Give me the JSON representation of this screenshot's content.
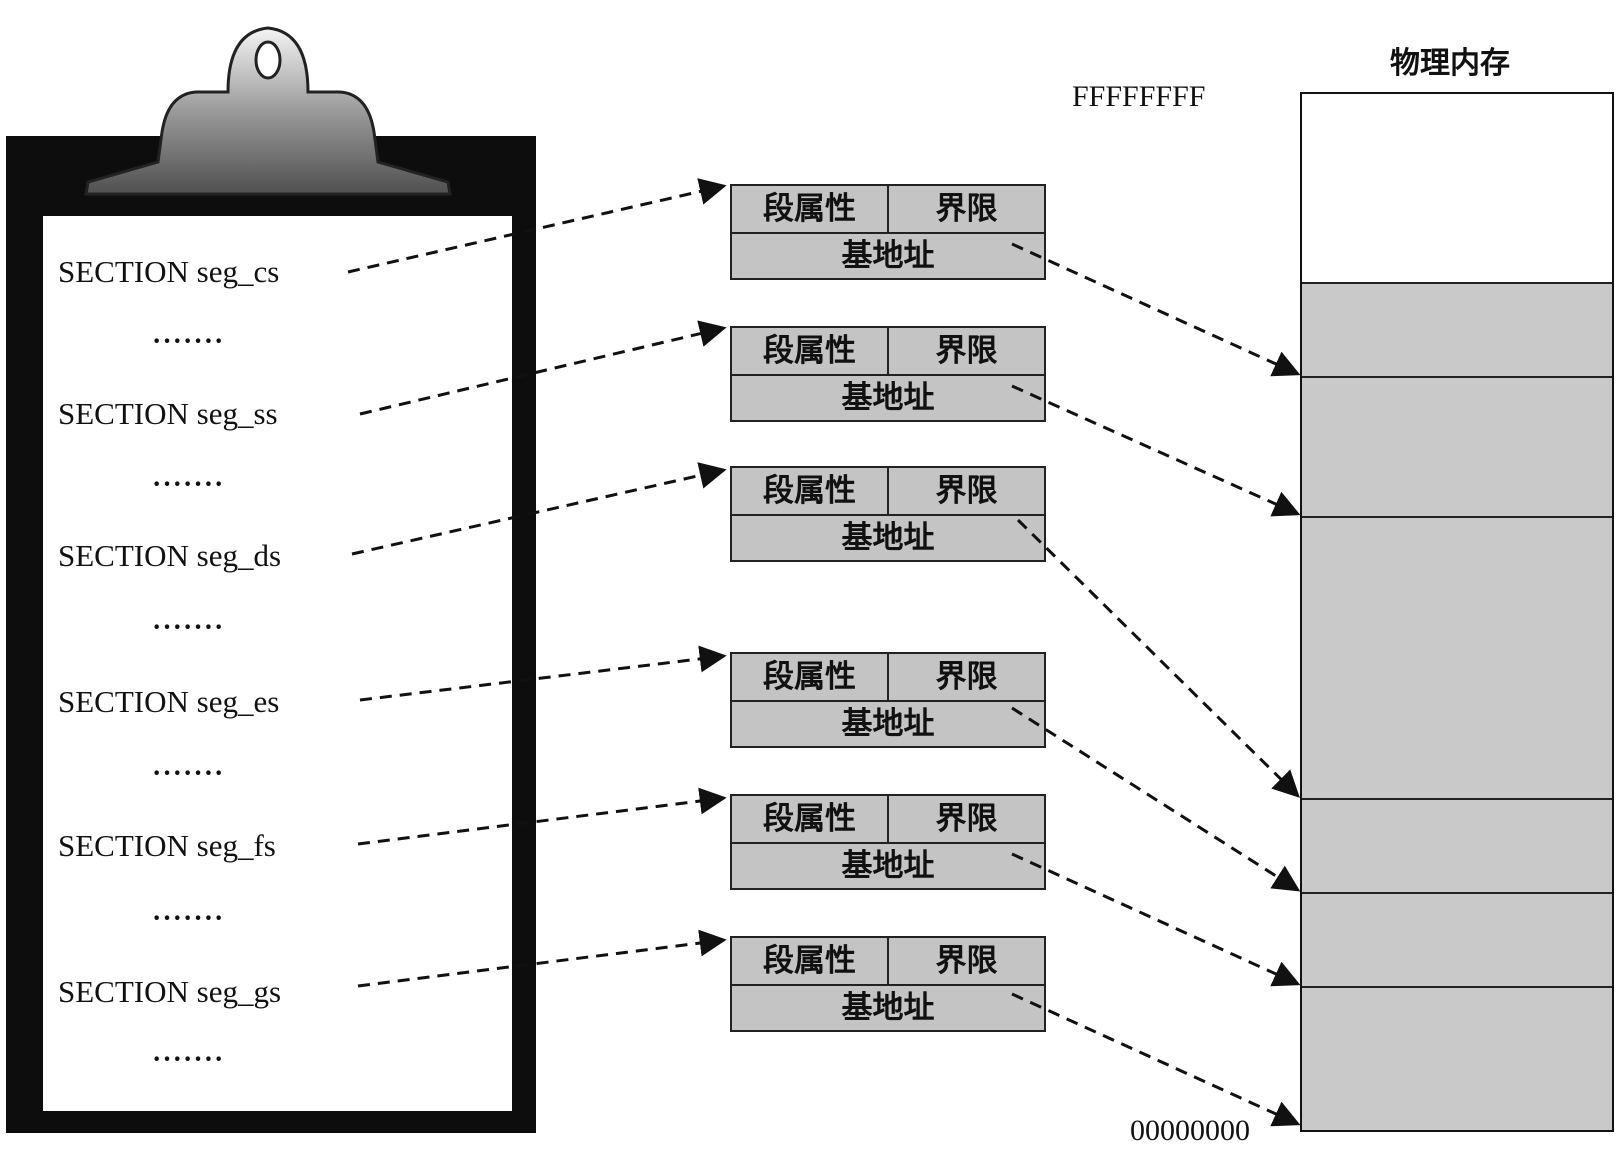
{
  "sections": [
    {
      "label": "SECTION seg_cs"
    },
    {
      "label": "SECTION seg_ss"
    },
    {
      "label": "SECTION seg_ds"
    },
    {
      "label": "SECTION seg_es"
    },
    {
      "label": "SECTION seg_fs"
    },
    {
      "label": "SECTION seg_gs"
    }
  ],
  "ellipsis": "·······",
  "descriptor": {
    "attr_label": "段属性",
    "limit_label": "界限",
    "base_label": "基地址"
  },
  "memory": {
    "title": "物理内存",
    "addr_high": "FFFFFFFF",
    "addr_low": "00000000"
  },
  "colors": {
    "descriptor_fill": "#c4c4c4",
    "memory_fill": "#c9c9c9",
    "board": "#0d0d0d"
  }
}
